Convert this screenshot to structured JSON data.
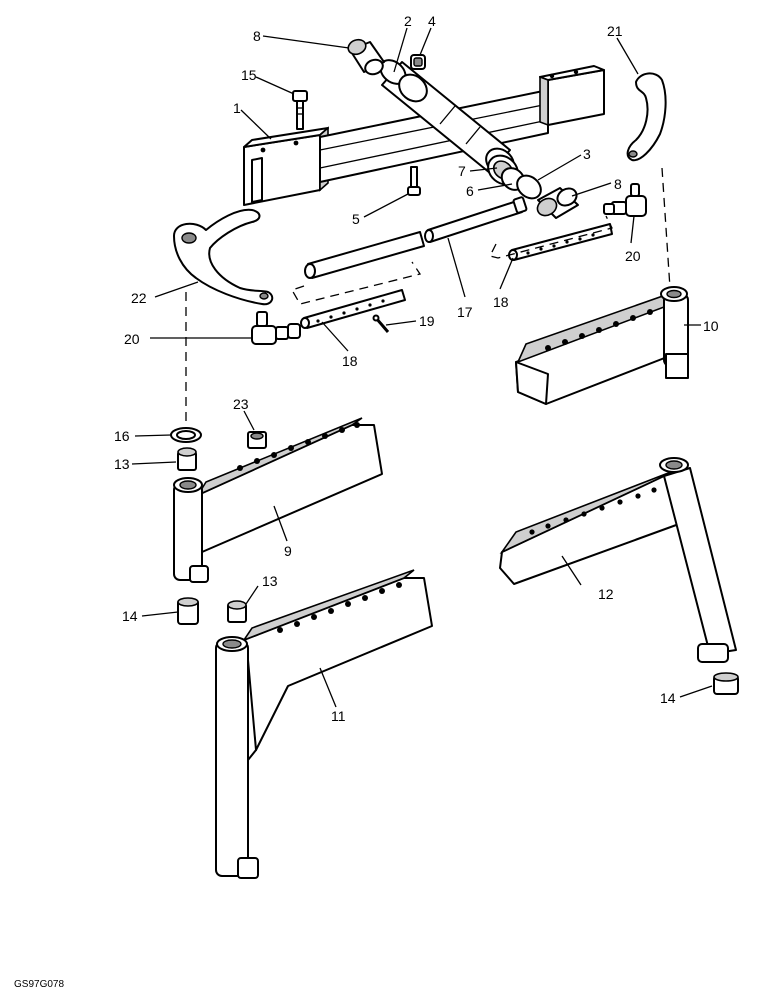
{
  "figure_ref": "GS97G078",
  "callouts": [
    {
      "id": "c1",
      "text": "1"
    },
    {
      "id": "c2",
      "text": "2"
    },
    {
      "id": "c3",
      "text": "3"
    },
    {
      "id": "c4",
      "text": "4"
    },
    {
      "id": "c5",
      "text": "5"
    },
    {
      "id": "c6",
      "text": "6"
    },
    {
      "id": "c7",
      "text": "7"
    },
    {
      "id": "c8a",
      "text": "8"
    },
    {
      "id": "c8b",
      "text": "8"
    },
    {
      "id": "c9",
      "text": "9"
    },
    {
      "id": "c10",
      "text": "10"
    },
    {
      "id": "c11",
      "text": "11"
    },
    {
      "id": "c12",
      "text": "12"
    },
    {
      "id": "c13a",
      "text": "13"
    },
    {
      "id": "c13b",
      "text": "13"
    },
    {
      "id": "c14a",
      "text": "14"
    },
    {
      "id": "c14b",
      "text": "14"
    },
    {
      "id": "c15",
      "text": "15"
    },
    {
      "id": "c16",
      "text": "16"
    },
    {
      "id": "c17",
      "text": "17"
    },
    {
      "id": "c18a",
      "text": "18"
    },
    {
      "id": "c18b",
      "text": "18"
    },
    {
      "id": "c19",
      "text": "19"
    },
    {
      "id": "c20a",
      "text": "20"
    },
    {
      "id": "c20b",
      "text": "20"
    },
    {
      "id": "c21",
      "text": "21"
    },
    {
      "id": "c22",
      "text": "22"
    },
    {
      "id": "c23",
      "text": "23"
    }
  ]
}
